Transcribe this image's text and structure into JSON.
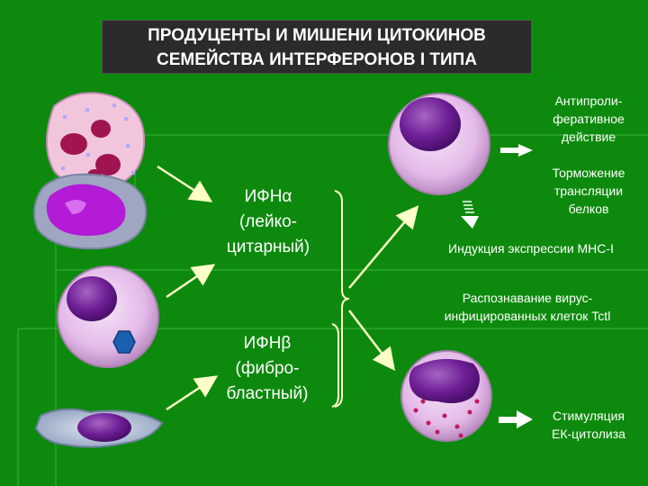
{
  "title": "ПРОДУЦЕНТЫ И МИШЕНИ ЦИТОКИНОВ\nСЕМЕЙСТВА ИНТЕРФЕРОНОВ I ТИПА",
  "ifn_alpha": "ИФНα\n(лейко-\nцитарный)",
  "ifn_beta": "ИФНβ\n(фибро-\nбластный)",
  "effects": {
    "antiproliferative": "Антипроли-\nферативное\nдействие",
    "translation_inhibition": "Торможение\nтрансляции\nбелков",
    "mhc_induction": "Индукция экспрессии МНС-I",
    "virus_recognition": "Распознавание вирус-\nинфицированных клеток Tctl",
    "nk_stimulation": "Стимуляция\nЕК-цитолиза"
  },
  "colors": {
    "background": "#0d8a0d",
    "title_box": "#2b2b2b",
    "text": "#ffffff",
    "cell_membrane": "#e6c4ea",
    "nucleus": "#7a1a9c"
  }
}
